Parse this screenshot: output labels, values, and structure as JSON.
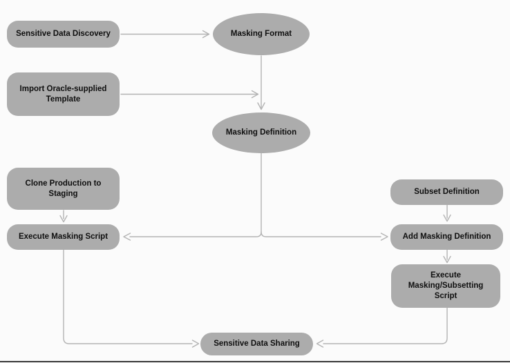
{
  "diagram": {
    "background_color": "#fbfbfb",
    "node_fill_color": "#acacac",
    "node_text_color": "#0f0f0f",
    "connector_color": "#b3b3b3",
    "bottom_bar_color": "#3c3c3c",
    "nodes": [
      {
        "id": "sensitive-data-discovery",
        "shape": "rounded-rect",
        "label": "Sensitive Data Discovery"
      },
      {
        "id": "masking-format",
        "shape": "ellipse",
        "label": "Masking Format"
      },
      {
        "id": "import-oracle-supplied-template",
        "shape": "rounded-rect",
        "label": "Import Oracle-supplied\nTemplate"
      },
      {
        "id": "masking-definition",
        "shape": "ellipse",
        "label": "Masking Definition"
      },
      {
        "id": "clone-production-to-staging",
        "shape": "rounded-rect",
        "label": "Clone Production to\nStaging"
      },
      {
        "id": "execute-masking-script",
        "shape": "rounded-rect",
        "label": "Execute Masking Script"
      },
      {
        "id": "subset-definition",
        "shape": "rounded-rect",
        "label": "Subset Definition"
      },
      {
        "id": "add-masking-definition",
        "shape": "rounded-rect",
        "label": "Add Masking Definition"
      },
      {
        "id": "execute-masking-subsetting-script",
        "shape": "rounded-rect",
        "label": "Execute\nMasking/Subsetting\nScript"
      },
      {
        "id": "sensitive-data-sharing",
        "shape": "stadium",
        "label": "Sensitive Data Sharing"
      }
    ],
    "edges": [
      {
        "from": "sensitive-data-discovery",
        "to": "masking-format"
      },
      {
        "from": "masking-format",
        "to": "masking-definition"
      },
      {
        "from": "import-oracle-supplied-template",
        "to": "masking-definition"
      },
      {
        "from": "masking-definition",
        "to": "execute-masking-script"
      },
      {
        "from": "masking-definition",
        "to": "add-masking-definition"
      },
      {
        "from": "clone-production-to-staging",
        "to": "execute-masking-script"
      },
      {
        "from": "subset-definition",
        "to": "add-masking-definition"
      },
      {
        "from": "add-masking-definition",
        "to": "execute-masking-subsetting-script"
      },
      {
        "from": "execute-masking-script",
        "to": "sensitive-data-sharing"
      },
      {
        "from": "execute-masking-subsetting-script",
        "to": "sensitive-data-sharing"
      }
    ]
  }
}
